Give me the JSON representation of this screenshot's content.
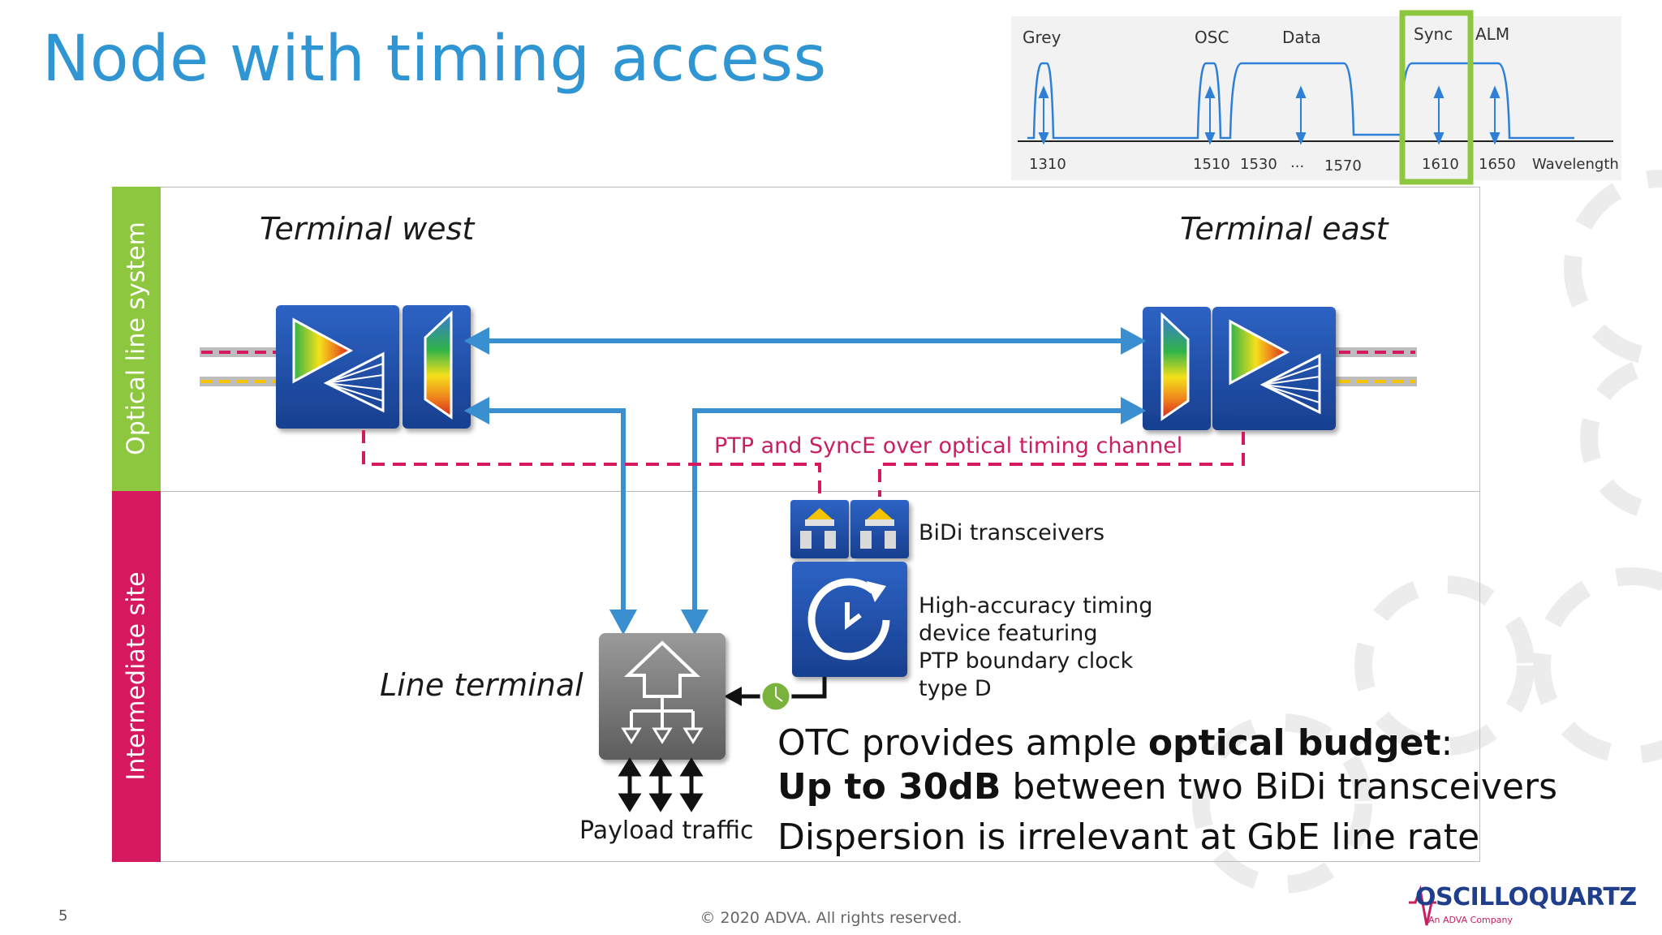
{
  "title": "Node with timing access",
  "spectrum": {
    "bands": [
      "Grey",
      "OSC",
      "Data",
      "Sync",
      "ALM"
    ],
    "ticks": [
      "1310",
      "1510",
      "1530",
      "...",
      "1570",
      "1610",
      "1650",
      "Wavelength"
    ]
  },
  "sections": {
    "optical": "Optical line system",
    "intermediate": "Intermediate site"
  },
  "labels": {
    "terminal_west": "Terminal west",
    "terminal_east": "Terminal east",
    "ptp_channel": "PTP and SyncE over optical timing channel",
    "line_terminal": "Line terminal",
    "bidi": "BiDi transceivers",
    "timing_device": [
      "High-accuracy timing",
      "device featuring",
      "PTP boundary clock",
      "type D"
    ],
    "payload": "Payload traffic"
  },
  "bottom_text": {
    "line1_pre": "OTC provides ample ",
    "line1_bold": "optical budget",
    "line1_post": ":",
    "line2_bold": "Up to 30dB",
    "line2_post": " between two BiDi transceivers",
    "line3": "Dispersion is irrelevant at GbE line rate"
  },
  "footer": {
    "page": "5",
    "copyright": "© 2020 ADVA. All rights reserved.",
    "logo": "OSCILLOQUARTZ",
    "logo_sub": "An ADVA Company"
  },
  "colors": {
    "title": "#2f95d3",
    "green": "#8dc63f",
    "pink": "#d6195f",
    "arrow_blue": "#3a8fd1",
    "box_blue": "#1d4fa8"
  }
}
